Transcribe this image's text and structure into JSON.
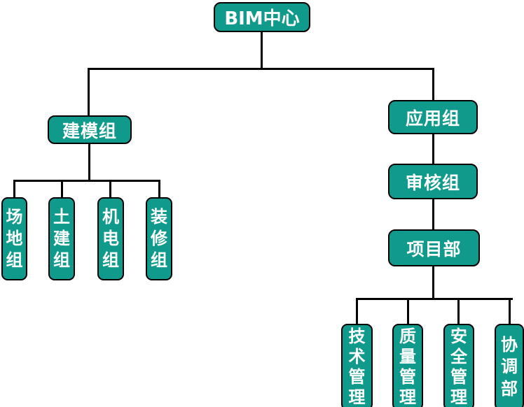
{
  "org": {
    "type": "org-chart",
    "root": {
      "label": "BIM中心"
    },
    "modeling": {
      "label": "建模组",
      "children": [
        {
          "label": "场地组"
        },
        {
          "label": "土建组"
        },
        {
          "label": "机电组"
        },
        {
          "label": "装修组"
        }
      ]
    },
    "application": {
      "label": "应用组",
      "chain": [
        {
          "label": "审核组"
        },
        {
          "label": "项目部"
        }
      ],
      "children": [
        {
          "label": "技术管理"
        },
        {
          "label": "质量管理"
        },
        {
          "label": "安全管理"
        },
        {
          "label": "协调部"
        }
      ]
    },
    "colors": {
      "node_fill": "#0f9a8c",
      "node_border": "#000000",
      "node_text": "#ffffff",
      "connector": "#000000",
      "background": "#ffffff"
    }
  }
}
